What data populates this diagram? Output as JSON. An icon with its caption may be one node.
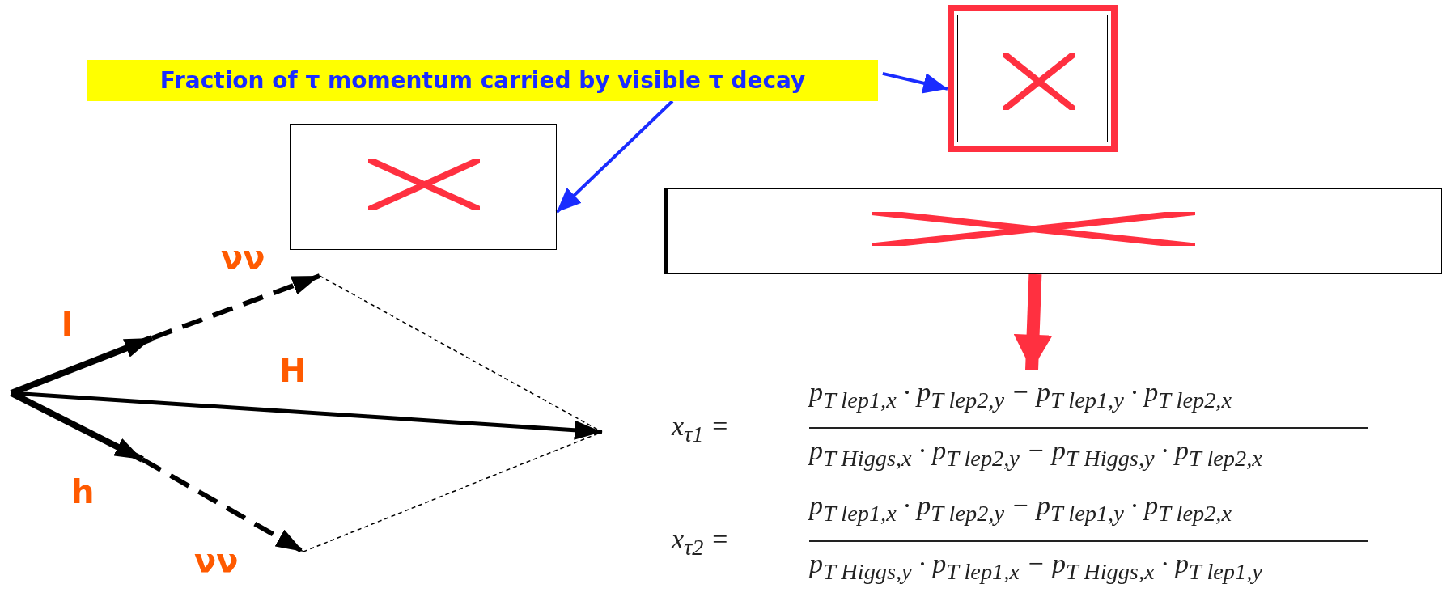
{
  "diagram": {
    "nodes": [
      {
        "text": [
          "Fraction of τ momentum carried by visible τ decay"
        ]
      },
      {
        "text": [],
        "shape": "box"
      },
      {
        "text": [],
        "shape": "box"
      },
      {
        "text": [],
        "shape": "box"
      },
      {
        "text": [
          "x$_{τ1}$ =",
          "p$_{T lep1,x}$ · p$_{T lep2,y}$ − p$_{T lep1,y}$ · p$_{T lep2,x}$",
          "p$_{T Higgs,x}$ · p$_{T lep2,y}$ − p$_{T Higgs,y}$ · p$_{T lep2,x}$",
          "x$_{τ2}$ =",
          "p$_{T lep1,x}$ · p$_{T lep2,y}$ − p$_{T lep1,y}$ · p$_{T lep2,x}$",
          "p$_{T Higgs,y}$ · p$_{T lep1,x}$ − p$_{T Higgs,x}$ · p$_{T lep1,y}$"
        ]
      }
    ],
    "edges": [
      {
        "from": 0,
        "to": 1,
        "arrow": "to"
      },
      {
        "from": 0,
        "to": 2,
        "arrow": "to"
      },
      {
        "from": 3,
        "to": 4,
        "arrow": "to",
        "style": "thick",
        "color": "#ff3040"
      }
    ],
    "labels": [
      "νν",
      "l",
      "H",
      "h",
      "νν"
    ]
  }
}
